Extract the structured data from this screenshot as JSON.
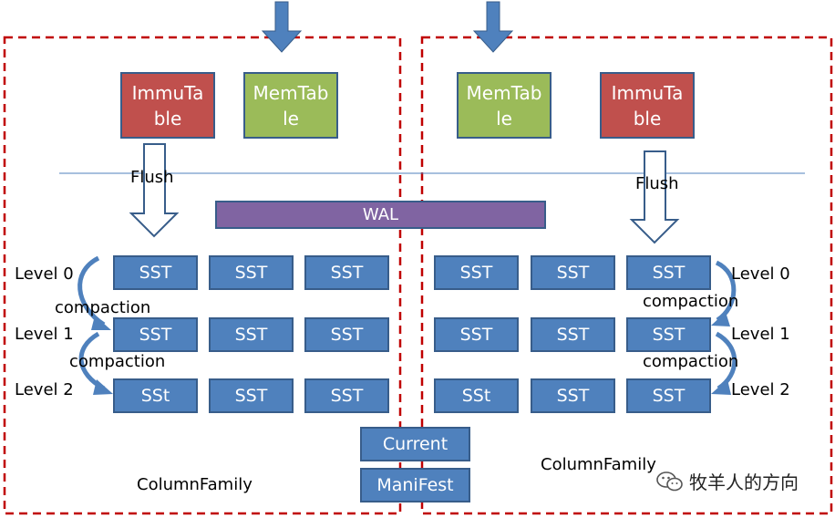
{
  "left_family": {
    "immutable_label": "ImmuTa ble",
    "memtable_label": "MemTab le",
    "flush_label": "Flush",
    "levels": [
      "Level 0",
      "Level 1",
      "Level 2"
    ],
    "compaction_labels": [
      "compaction",
      "compaction"
    ],
    "sst_rows": [
      [
        "SST",
        "SST",
        "SST"
      ],
      [
        "SST",
        "SST",
        "SST"
      ],
      [
        "SSt",
        "SST",
        "SST"
      ]
    ],
    "family_label": "ColumnFamily"
  },
  "right_family": {
    "memtable_label": "MemTab le",
    "immutable_label": "ImmuTa ble",
    "flush_label": "Flush",
    "levels": [
      "Level 0",
      "Level 1",
      "Level 2"
    ],
    "compaction_labels": [
      "compaction",
      "compaction"
    ],
    "sst_rows": [
      [
        "SST",
        "SST",
        "SST"
      ],
      [
        "SST",
        "SST",
        "SST"
      ],
      [
        "SSt",
        "SST",
        "SST"
      ]
    ],
    "family_label": "ColumnFamily"
  },
  "shared": {
    "wal_label": "WAL",
    "current_label": "Current",
    "manifest_label": "ManiFest"
  },
  "watermark": {
    "text": "牧羊人的方向",
    "icon": "wechat-icon"
  },
  "colors": {
    "immutable": "#c0504d",
    "memtable": "#9bbb59",
    "sst": "#4f81bd",
    "wal": "#8064a2",
    "dashed_border": "#c00000",
    "arrow": "#4f81bd"
  }
}
